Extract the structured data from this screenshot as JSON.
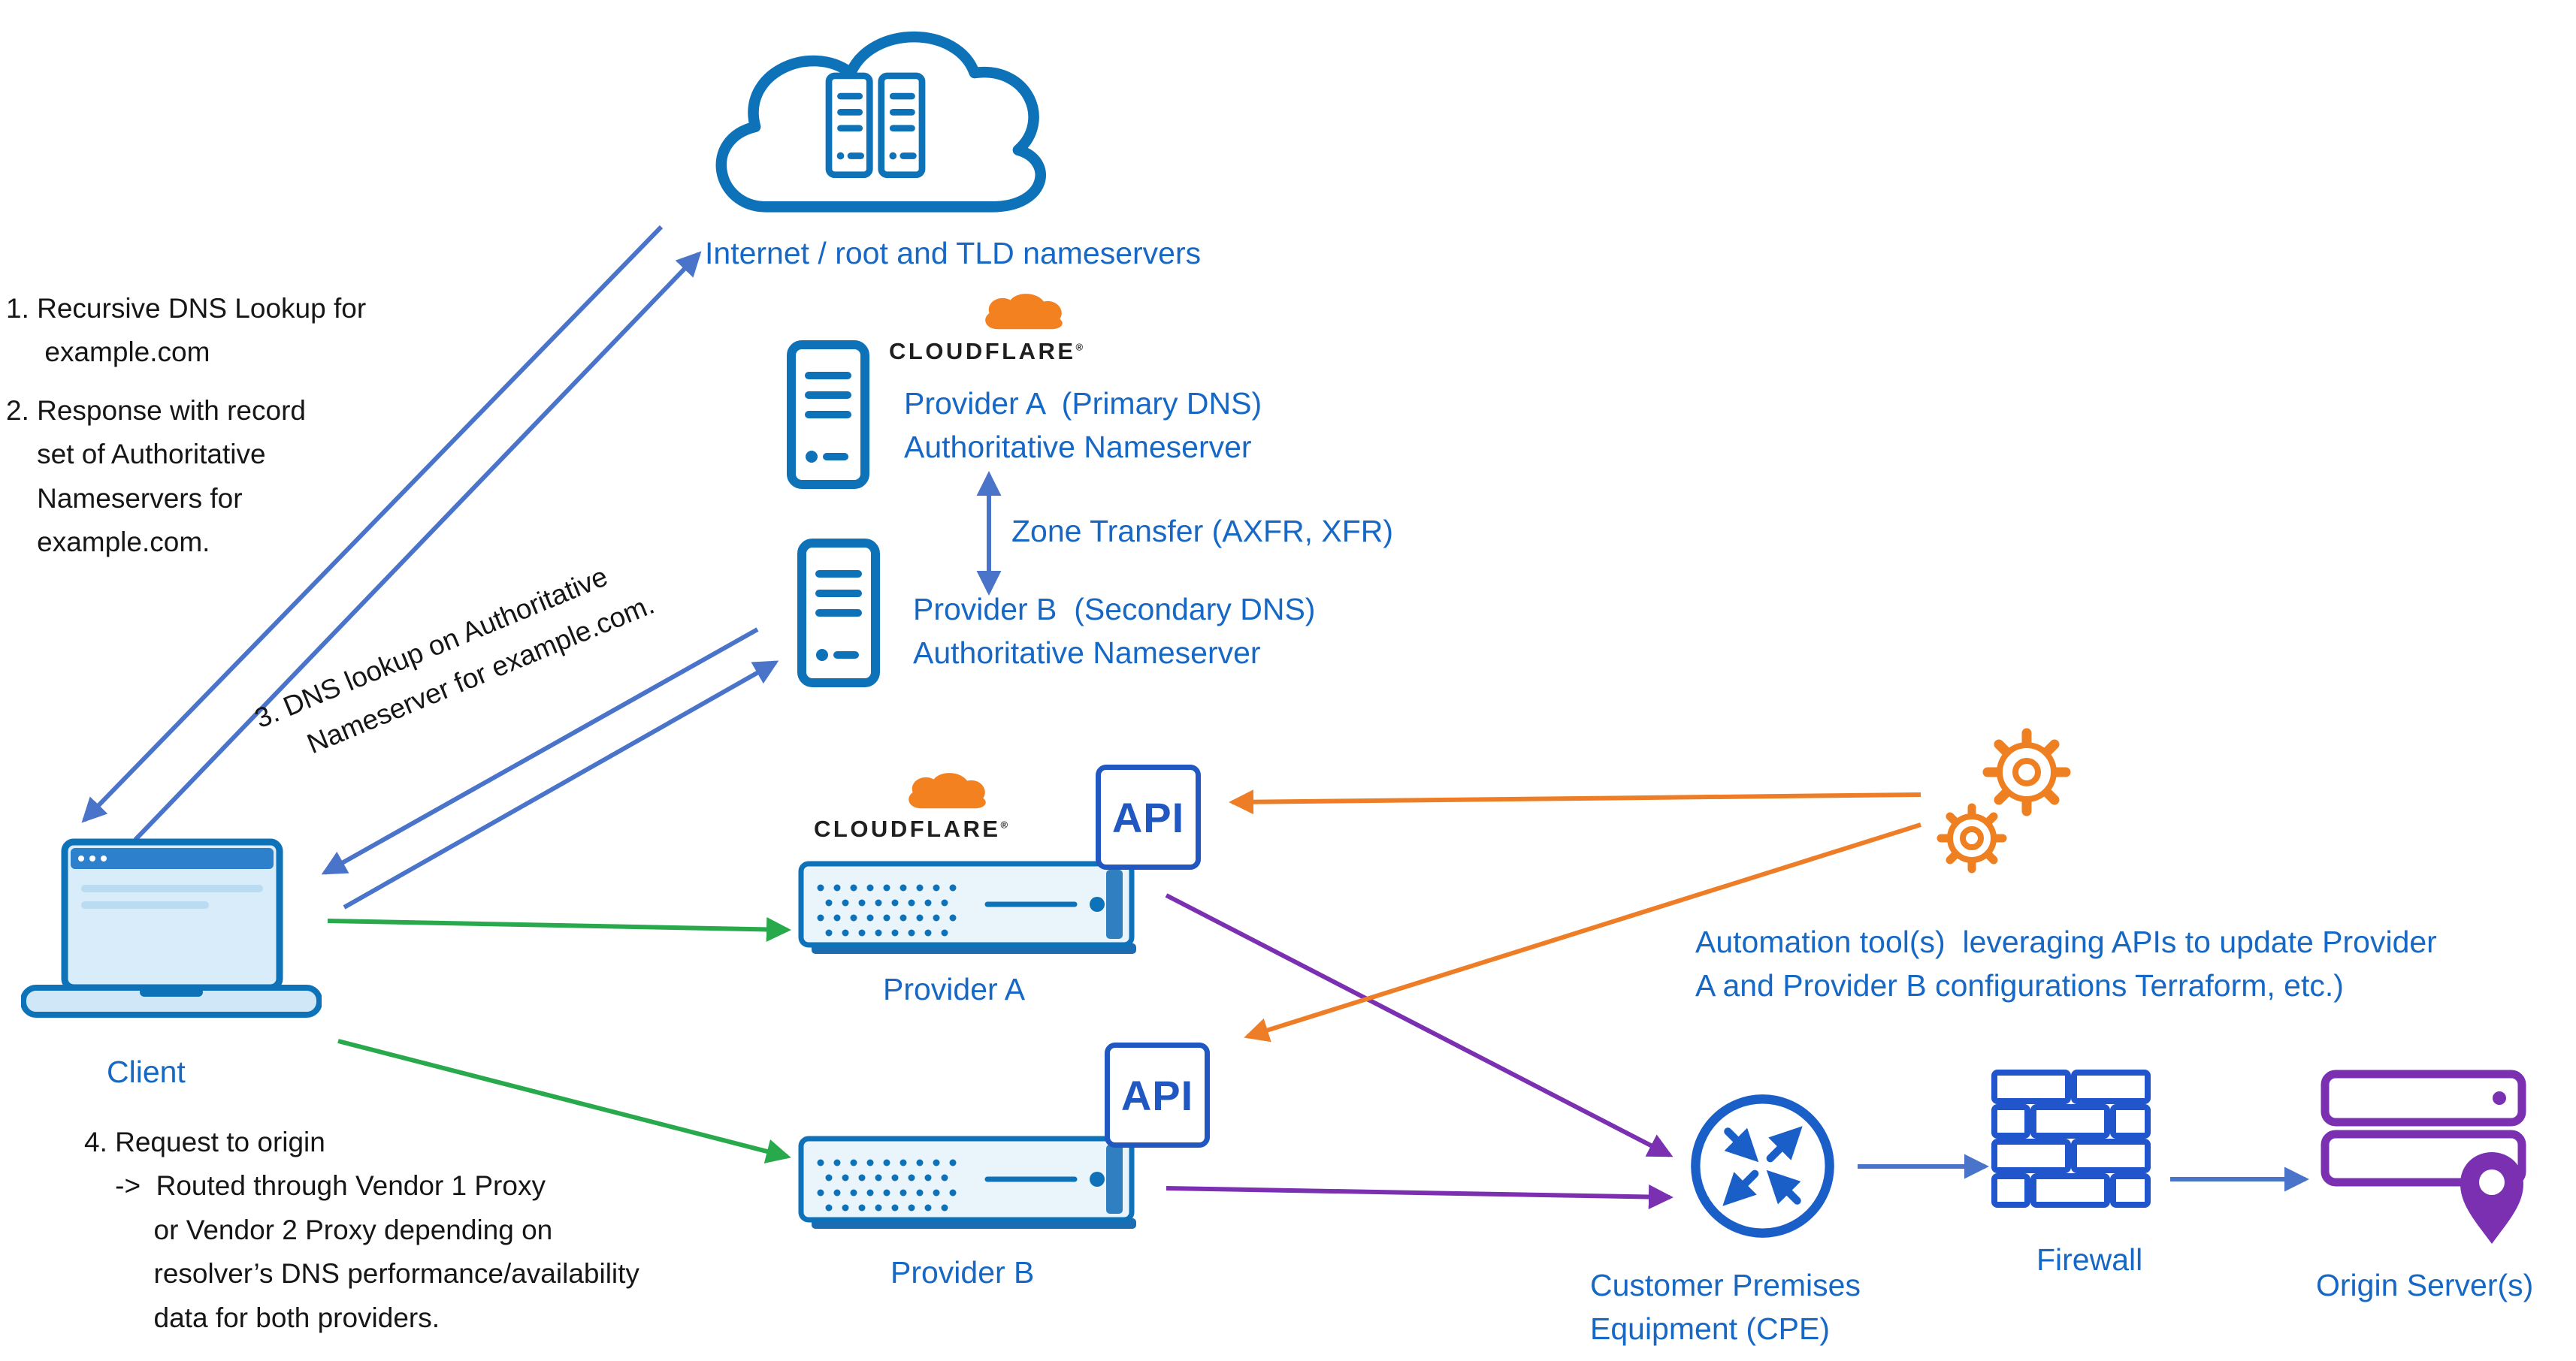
{
  "internet": {
    "label": "Internet / root and TLD nameservers"
  },
  "cloudflare": {
    "wordmark": "CLOUDFLARE",
    "mark": "®"
  },
  "steps": {
    "step1": "1. Recursive DNS Lookup for\n     example.com",
    "step2": "2. Response with record\n    set of Authoritative\n    Nameservers for\n    example.com.",
    "step3": "3. DNS lookup on Authoritative\n     Nameserver for example.com.",
    "step4": "4. Request to origin\n    ->  Routed through Vendor 1 Proxy\n         or Vendor 2 Proxy depending on\n         resolver’s DNS performance/availability\n         data for both providers."
  },
  "nameservers": {
    "provider_a": "Provider A  (Primary DNS)\nAuthoritative Nameserver",
    "provider_b": "Provider B  (Secondary DNS)\nAuthoritative Nameserver",
    "zone_transfer": "Zone Transfer (AXFR, XFR)"
  },
  "client": {
    "label": "Client"
  },
  "proxies": {
    "provider_a": "Provider A",
    "provider_b": "Provider B",
    "api": "API"
  },
  "automation": {
    "label": "Automation tool(s)  leveraging APIs to update Provider\nA and Provider B configurations Terraform, etc.)"
  },
  "cpe": {
    "label": "Customer Premises\nEquipment (CPE)"
  },
  "firewall": {
    "label": "Firewall"
  },
  "origin": {
    "label": "Origin Server(s)"
  },
  "colors": {
    "icon_blue": "#0d72b8",
    "label_blue": "#1668c4",
    "arrow_blue": "#4a74c9",
    "green": "#28a94c",
    "purple": "#7a30b0",
    "orange": "#ee7d27"
  }
}
